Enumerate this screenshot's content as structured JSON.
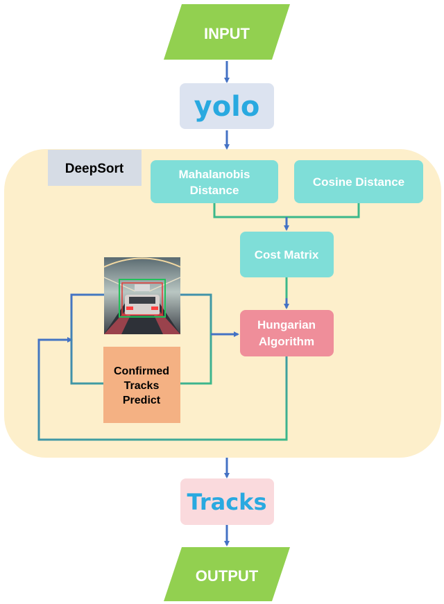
{
  "input": {
    "label": "INPUT"
  },
  "detector": {
    "label": "yolo"
  },
  "deepsort": {
    "title": "DeepSort",
    "mahalanobis": {
      "line1": "Mahalanobis",
      "line2": "Distance"
    },
    "cosine": {
      "label": "Cosine Distance"
    },
    "cost_matrix": {
      "label": "Cost Matrix"
    },
    "hungarian": {
      "line1": "Hungarian",
      "line2": "Algorithm"
    },
    "confirmed": {
      "line1": "Confirmed",
      "line2": "Tracks",
      "line3": "Predict"
    }
  },
  "tracks": {
    "label": "Tracks"
  },
  "output": {
    "label": "OUTPUT"
  },
  "colors": {
    "green_box": "#92d050",
    "yolo_bg": "#dce3f0",
    "yolo_text": "#29a9e0",
    "deepsort_bg": "#fdefcb",
    "deepsort_label_bg": "#d6dce5",
    "teal_box": "#7fded8",
    "hungarian_box": "#ef8e9a",
    "confirmed_box": "#f4b183",
    "tracks_bg": "#fadadd",
    "tracks_text": "#29a9e0",
    "arrow_blue": "#4472c4",
    "line_green": "#3cb88a"
  },
  "icons": {
    "frame": "car-in-tunnel-thumbnail-icon"
  }
}
